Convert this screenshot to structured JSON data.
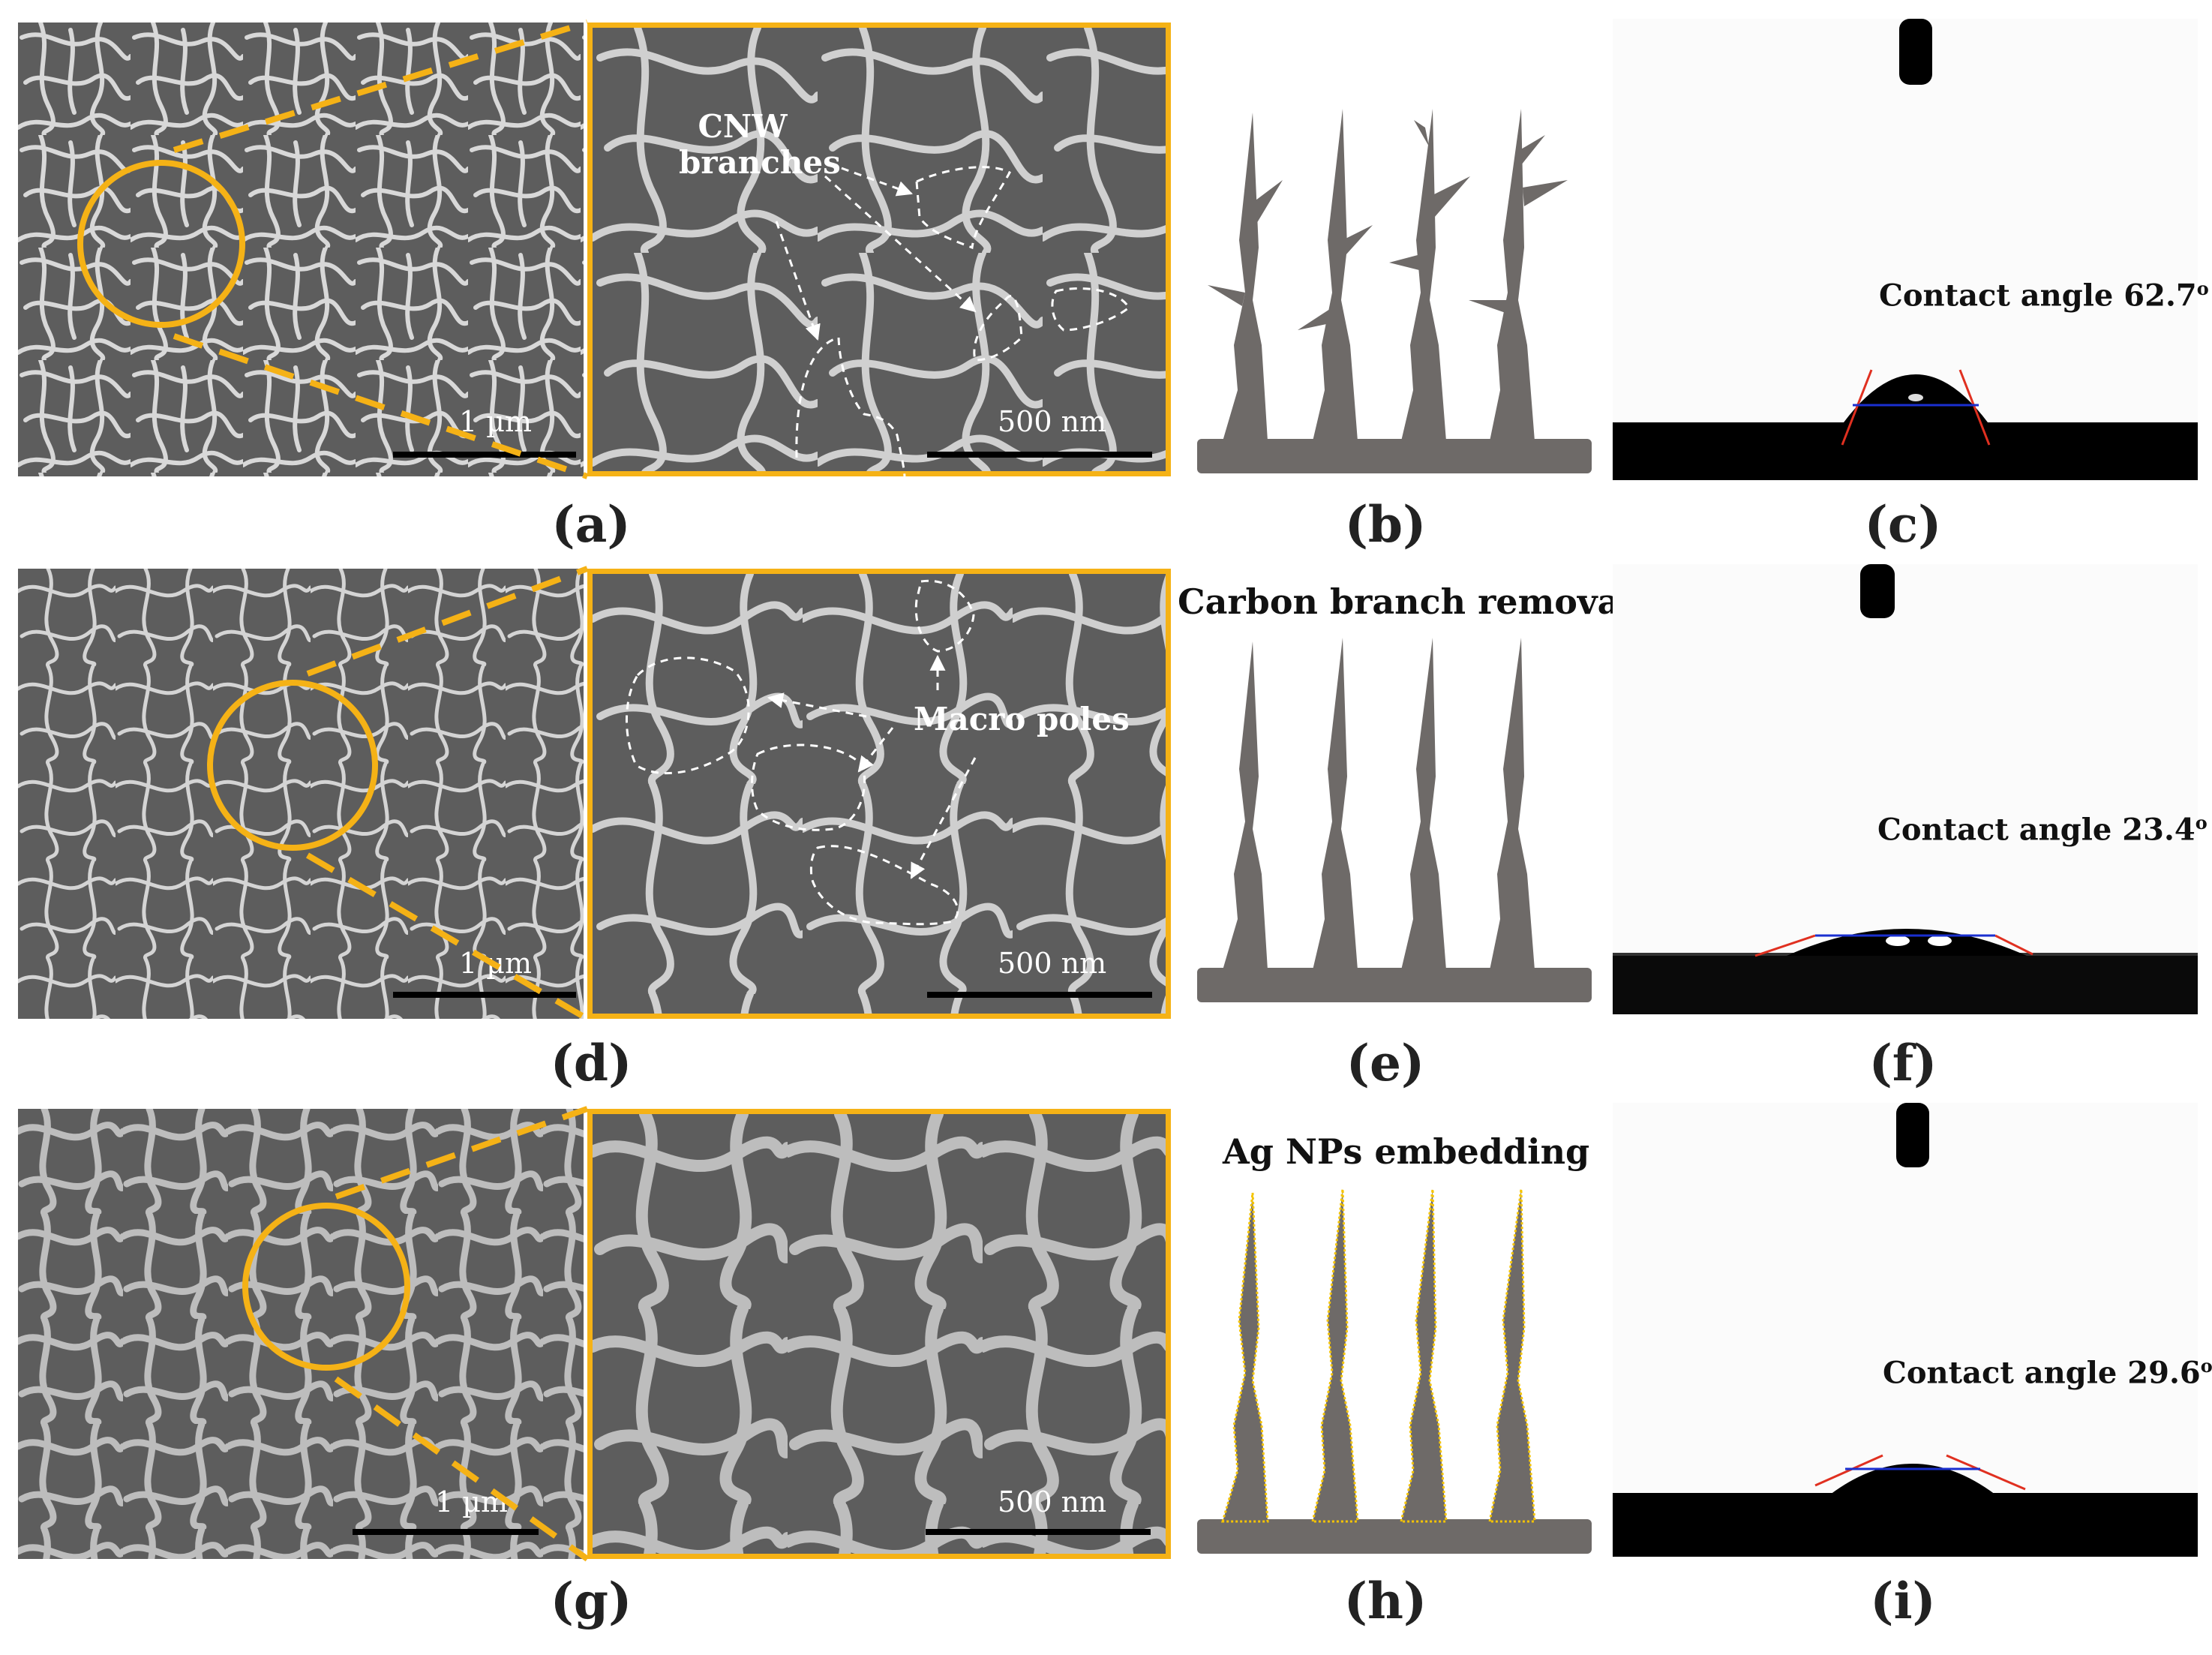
{
  "panels": {
    "a": {
      "label": "(a)",
      "scale": "1 µm",
      "zoom_scale": "500 nm",
      "annotation": "CNW branches"
    },
    "b": {
      "label": "(b)"
    },
    "c": {
      "label": "(c)",
      "contact_angle": "Contact angle 62.7",
      "degree": "o"
    },
    "d": {
      "label": "(d)",
      "scale": "1 µm",
      "zoom_scale": "500 nm",
      "annotation": "Macro poles"
    },
    "e": {
      "label": "(e)",
      "title": "Carbon branch removal"
    },
    "f": {
      "label": "(f)",
      "contact_angle": "Contact angle 23.4",
      "degree": "o"
    },
    "g": {
      "label": "(g)",
      "scale": "1 µm",
      "zoom_scale": "500 nm"
    },
    "h": {
      "label": "(h)",
      "title": "Ag NPs embedding"
    },
    "i": {
      "label": "(i)",
      "contact_angle": "Contact angle 29.6",
      "degree": "o"
    }
  },
  "colors": {
    "highlight": "#f5b216",
    "schematic": "#6e6a68",
    "sem_background": "#5d5d5d",
    "tangent_line": "#e03020",
    "baseline": "#1a2fd0"
  }
}
